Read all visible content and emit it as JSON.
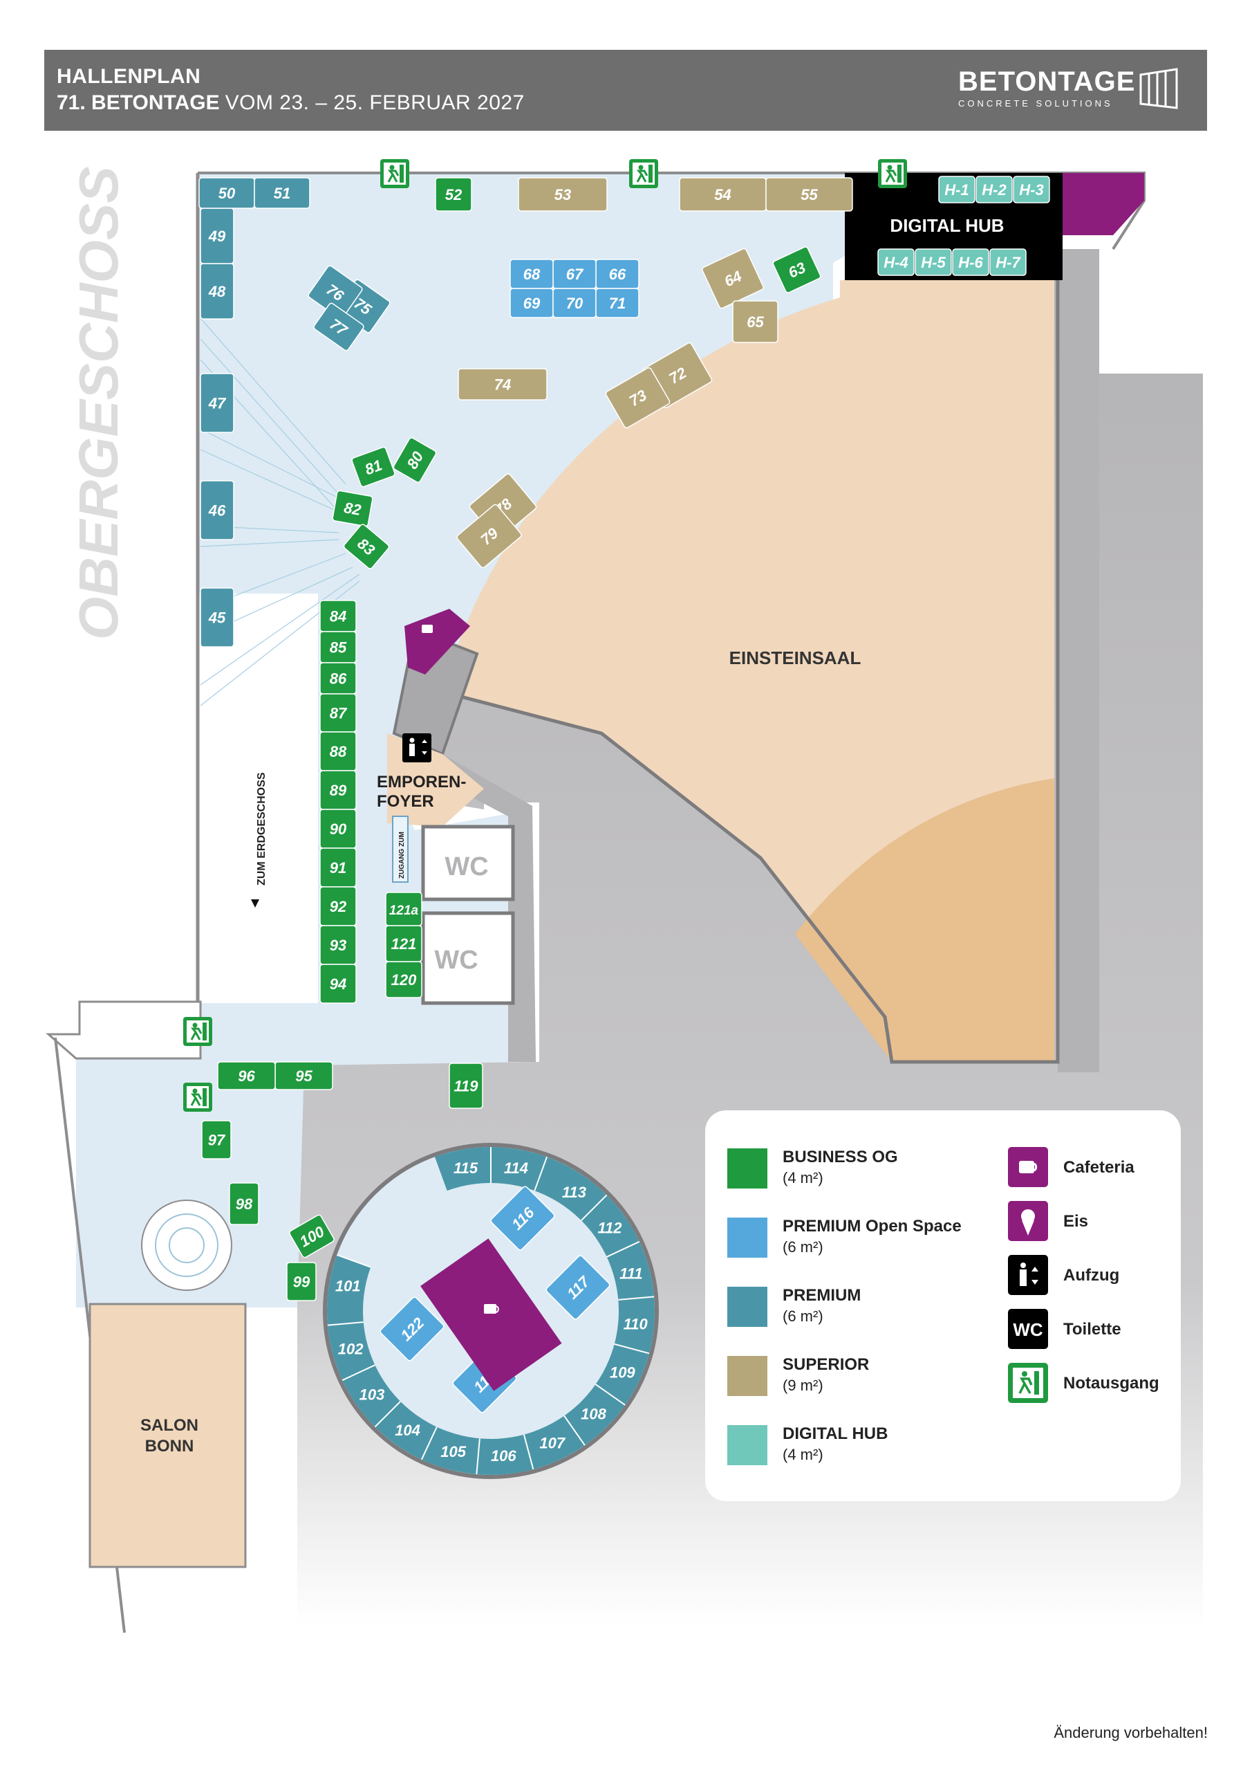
{
  "header": {
    "title": "HALLENPLAN",
    "edition": "71. BETONTAGE",
    "dates": "VOM 23. – 25. FEBRUAR 2027",
    "logo_name": "BETONTAGE",
    "logo_tagline": "CONCRETE SOLUTIONS"
  },
  "floor_label": "OBERGESCHOSS",
  "rooms": {
    "digital_hub": "DIGITAL HUB",
    "einsteinsaal": "EINSTEINSAAL",
    "foyer_line1": "EMPOREN-",
    "foyer_line2": "FOYER",
    "wc": "WC",
    "salon_line1": "SALON",
    "salon_line2": "BONN",
    "stairs_down": "ZUM ERDGESCHOSS",
    "access_line1": "ZUGANG ZUM"
  },
  "booths": {
    "business_og": [
      "52",
      "63",
      "80",
      "81",
      "82",
      "83",
      "84",
      "85",
      "86",
      "87",
      "88",
      "89",
      "90",
      "91",
      "92",
      "93",
      "94",
      "95",
      "96",
      "97",
      "98",
      "99",
      "100",
      "119",
      "120",
      "121",
      "121a"
    ],
    "premium_open_space": [
      "66",
      "67",
      "68",
      "69",
      "70",
      "71",
      "116",
      "117",
      "118",
      "122"
    ],
    "premium": [
      "45",
      "46",
      "47",
      "48",
      "49",
      "50",
      "51",
      "75",
      "76",
      "77",
      "101",
      "102",
      "103",
      "104",
      "105",
      "106",
      "107",
      "108",
      "109",
      "110",
      "111",
      "112",
      "113",
      "114",
      "115"
    ],
    "superior": [
      "53",
      "54",
      "55",
      "64",
      "65",
      "72",
      "73",
      "74",
      "78",
      "79"
    ],
    "digital_hub": [
      "H-1",
      "H-2",
      "H-3",
      "H-4",
      "H-5",
      "H-6",
      "H-7"
    ]
  },
  "legend": {
    "categories": [
      {
        "name": "BUSINESS OG",
        "size": "(4 m²)",
        "color": "#1f9a3f"
      },
      {
        "name": "PREMIUM Open Space",
        "size": "(6 m²)",
        "color": "#55a8dc"
      },
      {
        "name": "PREMIUM",
        "size": "(6 m²)",
        "color": "#4a96a8"
      },
      {
        "name": "SUPERIOR",
        "size": "(9 m²)",
        "color": "#b6a77b"
      },
      {
        "name": "DIGITAL HUB",
        "size": "(4 m²)",
        "color": "#6fc8ba"
      }
    ],
    "symbols": [
      {
        "name": "Cafeteria",
        "icon": "cup-icon",
        "color": "#8c1d7c"
      },
      {
        "name": "Eis",
        "icon": "ice-cream-icon",
        "color": "#8c1d7c"
      },
      {
        "name": "Aufzug",
        "icon": "elevator-icon",
        "color": "#000000"
      },
      {
        "name": "Toilette",
        "icon": "wc-icon",
        "color": "#000000",
        "label": "WC"
      },
      {
        "name": "Notausgang",
        "icon": "emergency-exit-icon",
        "color": "#1f9a3f"
      }
    ]
  },
  "colors": {
    "hall_floor": "#deebf4",
    "einsteinsaal": "#f1d7bc",
    "stage": "#e8bf8f",
    "walls": "#b3b2b4",
    "header": "#6f6e6e",
    "digital_hub_bg": "#000000"
  },
  "footer_note": "Änderung vorbehalten!"
}
